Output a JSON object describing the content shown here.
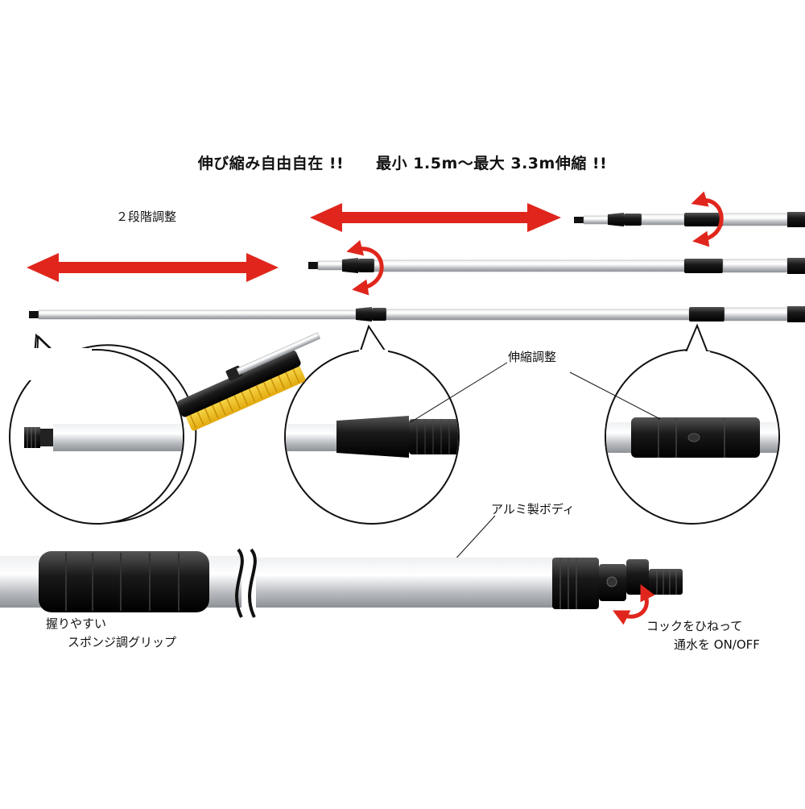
{
  "headline": {
    "part1": "伸び縮み自由自在 !!",
    "part2": "最小 1.5m〜最大 3.3m伸縮 !!"
  },
  "labels": {
    "two_step": "２段階調整",
    "extend_adjust": "伸縮調整",
    "aluminum_body": "アルミ製ボディ",
    "grip_line1": "握りやすい",
    "grip_line2": "スポンジ調グリップ",
    "cock_line1": "コックをひねって",
    "cock_line2": "通水を ON/OFF"
  },
  "colors": {
    "arrow_red": "#e0261c",
    "pole_silver": "#c9ccd0",
    "black": "#111111",
    "brush_yellow": "#f3c21b"
  },
  "icons": [
    "double-arrow-icon",
    "rotate-arrow-icon",
    "break-mark-icon"
  ]
}
